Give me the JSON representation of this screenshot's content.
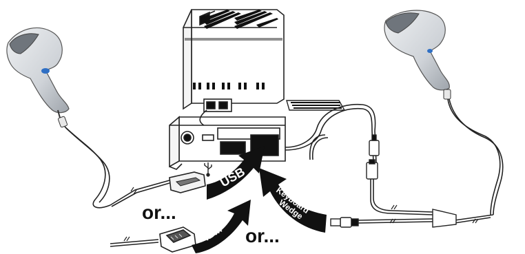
{
  "labels": {
    "usb": "USB",
    "ibm": "IBM",
    "keyboard_wedge_line1": "Keyboard",
    "keyboard_wedge_line2": "Wedge",
    "or_left": "or...",
    "or_center": "or..."
  },
  "colors": {
    "line": "#222222",
    "arrow_fill": "#111111",
    "scanner_body": "#d6d9dd",
    "scanner_shade": "#a9aeb4",
    "scanner_dark": "#6f757c",
    "trigger_blue": "#2f6fc4",
    "pc_face": "#ffffff"
  },
  "icons": {
    "usb_symbol": "usb-icon"
  }
}
